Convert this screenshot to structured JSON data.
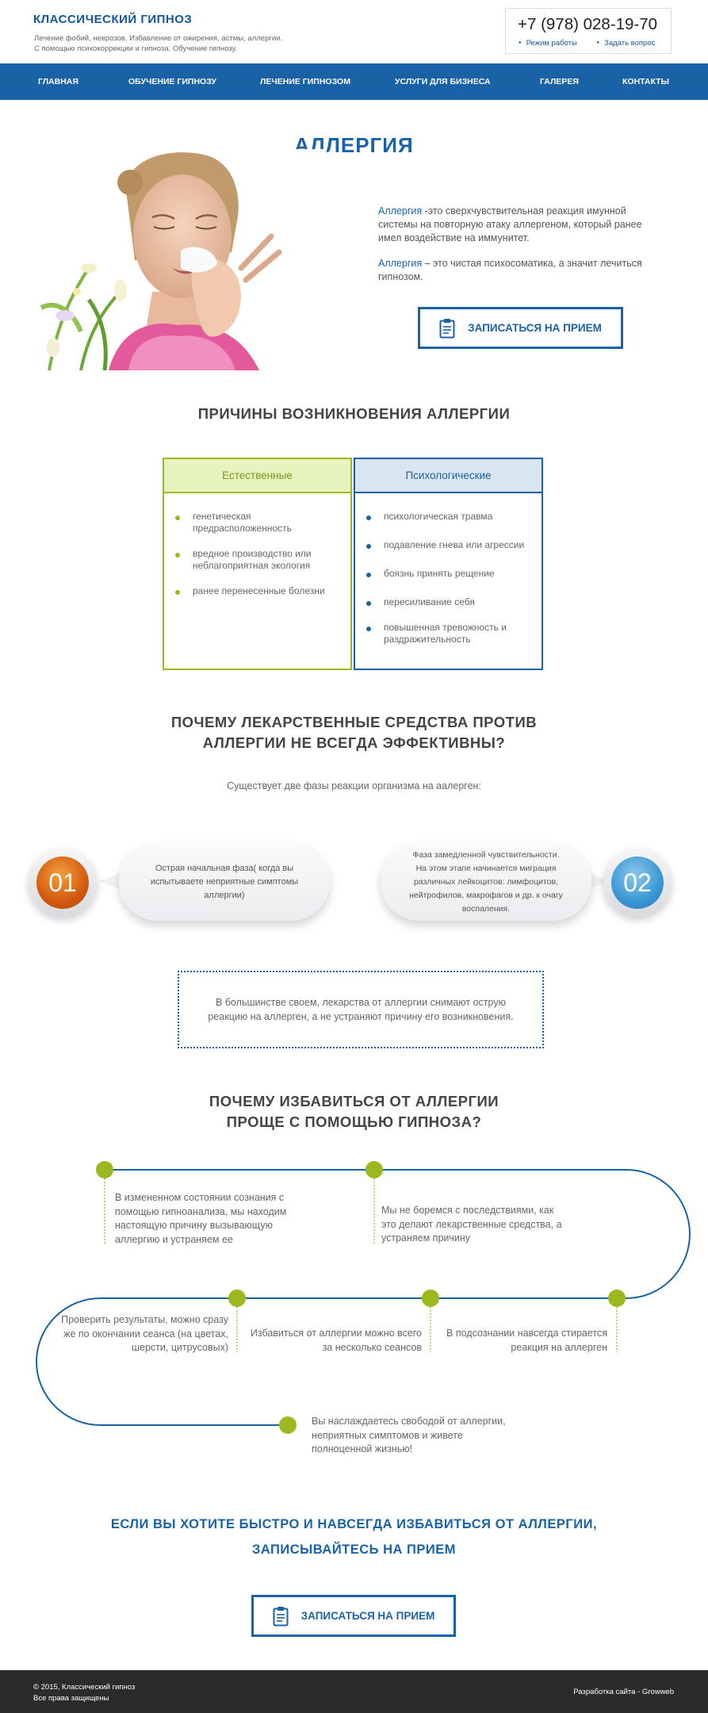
{
  "header": {
    "logo": "КЛАССИЧЕСКИЙ ГИПНОЗ",
    "tagline_1": "Лечение фобий, неврозов. Избавление от ожирения, астмы, аллергии.",
    "tagline_2": "С помощью психокоррекции и гипноза.  Обучение гипнозу.",
    "phone": "+7 (978) 028-19-70",
    "link_hours": "Режим работы",
    "link_question": "Задать вопрос"
  },
  "nav": [
    "ГЛАВНАЯ",
    "ОБУЧЕНИЕ ГИПНОЗУ",
    "ЛЕЧЕНИЕ ГИПНОЗОМ",
    "УСЛУГИ ДЛЯ БИЗНЕСА",
    "ГАЛЕРЕЯ",
    "КОНТАКТЫ"
  ],
  "hero": {
    "title": "АЛЛЕРГИЯ",
    "p1_term": "Аллергия",
    "p1_text": " -это сверхчувствительная реакция имунной системы на повторную атаку аллергеном, который ранее имел воздействие на иммунитет.",
    "p2_term": "Аллергия",
    "p2_text": " – это чистая психосоматика, а значит лечиться гипнозом.",
    "button": "ЗАПИСАТЬСЯ НА ПРИЕМ"
  },
  "causes": {
    "title": "ПРИЧИНЫ ВОЗНИКНОВЕНИЯ АЛЛЕРГИИ",
    "natural": {
      "title": "Естественные",
      "items": [
        "генетическая предрасположенность",
        "вредное производство или неблагоприятная экология",
        "ранее перенесенные болезни"
      ]
    },
    "psych": {
      "title": "Психологические",
      "items": [
        "психологическая травма",
        "подавление гнева или агрессии",
        "боязнь принять рещение",
        "пересиливание себя",
        "повышенная тревожность и раздражительность"
      ]
    }
  },
  "phases": {
    "title_1": "ПОЧЕМУ ЛЕКАРСТВЕННЫЕ СРЕДСТВА ПРОТИВ",
    "title_2": "АЛЛЕРГИИ НЕ ВСЕГДА ЭФФЕКТИВНЫ?",
    "intro": "Существует две фазы реакции организма на аалерген:",
    "p1_num": "01",
    "p1_text": "Острая начальная фаза( когда вы испытываете неприятные симптомы аллергии)",
    "p2_num": "02",
    "p2_text": "Фаза замедленной чувствительности. На этом этапе начинается миграция различных лейкоцитов: лимфоцитов, нейтрофилов, макрофагов и др.  к очагу воспаления.",
    "note": "В большинстве своем, лекарства от аллергии снимают острую реакцию на аллерген, а не устраняют причину его возникновения."
  },
  "timeline": {
    "title_1": "ПОЧЕМУ ИЗБАВИТЬСЯ ОТ АЛЛЕРГИИ",
    "title_2": "ПРОЩЕ С ПОМОЩЬЮ ГИПНОЗА?",
    "steps": [
      "В измененном состоянии сознания с помощью гипноанализа, мы находим настоящую причину вызывающую аллергию и устраняем ее",
      "Мы не боремся с последствиями, как это делают лекарственные средства, а устраняем причину",
      "Проверить результаты, можно сразу же по окончании сеанса (на цветах, шерсти, цитрусовых)",
      "Избавиться от аллергии можно всего за несколько сеансов",
      "В подсознании навсегда стирается реакция на аллерген",
      "Вы наслаждаетесь свободой от аллергии, неприятных симптомов и живете полноценной жизнью!"
    ]
  },
  "cta": {
    "line_1": "ЕСЛИ ВЫ ХОТИТЕ  БЫСТРО  И НАВСЕГДА ИЗБАВИТЬСЯ ОТ АЛЛЕРГИИ,",
    "line_2": "ЗАПИСЫВАЙТЕСЬ НА ПРИЕМ",
    "button": "ЗАПИСАТЬСЯ НА ПРИЕМ"
  },
  "footer": {
    "copyright": "© 2015,  Классический гипноз",
    "rights": "Все права защищены",
    "dev": "Разработка сайта - Growweb"
  },
  "colors": {
    "brand": "#1a62a6",
    "accent_green": "#9bb81e",
    "footer_bg": "#2b2b2b"
  }
}
